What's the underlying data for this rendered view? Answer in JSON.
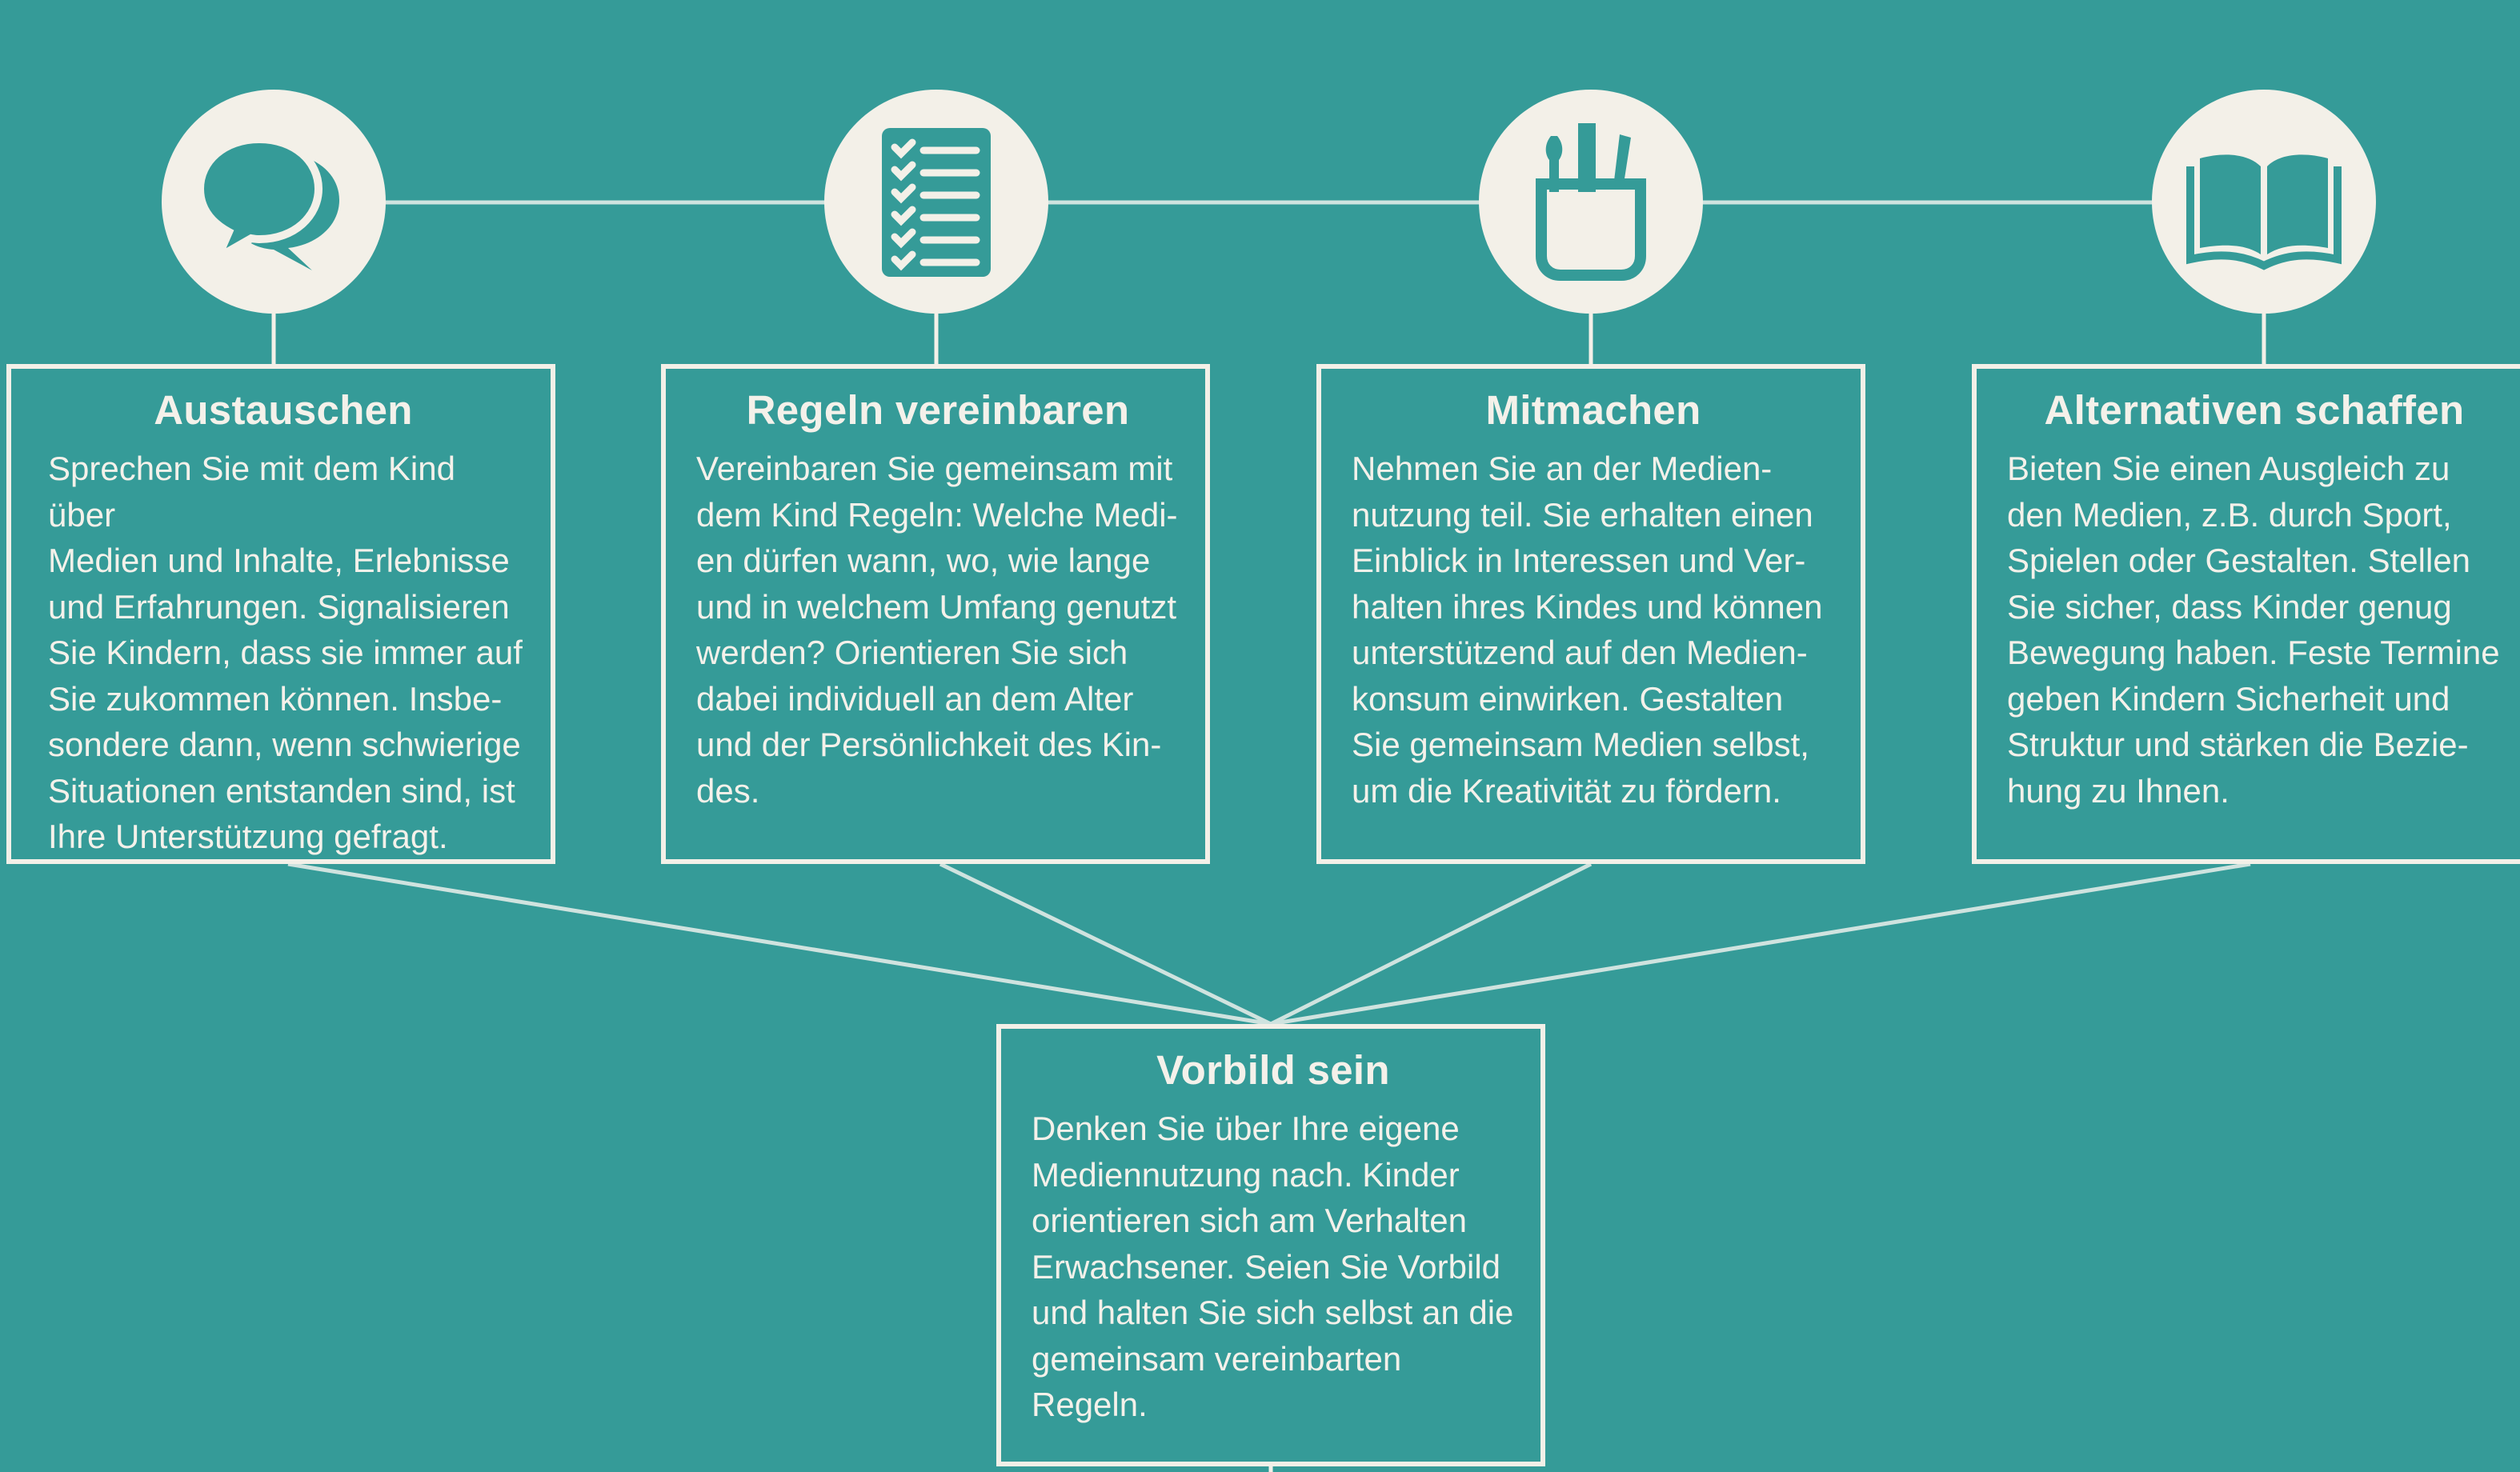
{
  "palette": {
    "background": "#359b98",
    "foreground": "#f3f0e8"
  },
  "cards": [
    {
      "icon": "speech-bubbles-icon",
      "title": "Austauschen",
      "text": "Sprechen Sie mit dem Kind über\nMedien und Inhalte, Erlebnisse\nund Erfahrungen. Signalisieren\nSie Kindern, dass sie immer auf\nSie zukommen können. Insbe-\nsondere dann, wenn schwierige\nSituationen entstanden sind, ist\nIhre Unterstützung gefragt."
    },
    {
      "icon": "checklist-icon",
      "title": "Regeln vereinbaren",
      "text": "Vereinbaren Sie gemeinsam mit\ndem Kind Regeln: Welche Medi-\nen dürfen wann, wo, wie lange\nund in welchem Umfang genutzt\nwerden? Orientieren Sie sich\ndabei individuell an dem Alter\nund der Persönlichkeit des Kin-\ndes."
    },
    {
      "icon": "pencil-cup-icon",
      "title": "Mitmachen",
      "text": "Nehmen Sie an der Medien-\nnutzung teil. Sie erhalten einen\nEinblick in Interessen und Ver-\nhalten ihres Kindes und können\nunterstützend auf den Medien-\nkonsum einwirken. Gestalten\nSie gemeinsam Medien selbst,\num die Kreativität zu fördern."
    },
    {
      "icon": "open-book-icon",
      "title": "Alternativen schaffen",
      "text": "Bieten Sie einen Ausgleich zu\nden Medien, z.B. durch Sport,\nSpielen oder Gestalten. Stellen\nSie sicher, dass Kinder genug\nBewegung haben. Feste Termine\ngeben Kindern Sicherheit und\nStruktur und stärken die Bezie-\nhung zu Ihnen."
    }
  ],
  "center": {
    "title": "Vorbild sein",
    "text": "Denken Sie über Ihre eigene\nMediennutzung nach. Kinder\norientieren sich am Verhalten\nErwachsener. Seien Sie Vorbild\nund halten Sie sich selbst an die\ngemeinsam vereinbarten\nRegeln."
  }
}
